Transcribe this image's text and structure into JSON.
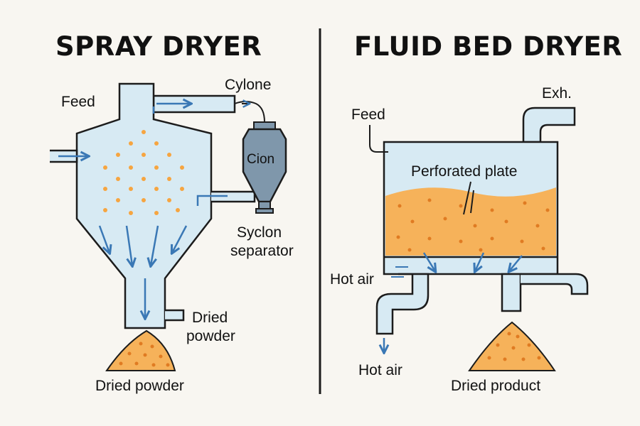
{
  "spray_dryer": {
    "title": "SPRAY DRYER",
    "feed_label": "Feed",
    "cyclone_label": "Cylone",
    "cyclone_body_label": "Cion",
    "separator_label_1": "Syclon",
    "separator_label_2": "separator",
    "outlet_label_1": "Dried",
    "outlet_label_2": "powder",
    "pile_label": "Dried powder"
  },
  "fluid_bed_dryer": {
    "title": "FLUID BED DRYER",
    "feed_label": "Feed",
    "exhaust_label": "Exh.",
    "plate_label": "Perforated plate",
    "hot_air_in_label": "Hot air",
    "hot_air_out_label": "Hot air",
    "product_label": "Dried product"
  },
  "colors": {
    "vessel_fill": "#d7eaf3",
    "outline": "#1c1c1c",
    "arrow_blue": "#3a78b5",
    "particle_orange": "#f6a540",
    "powder_fill": "#f6b25a",
    "cyclone_gray": "#7f97ab",
    "background": "#f8f6f1"
  }
}
